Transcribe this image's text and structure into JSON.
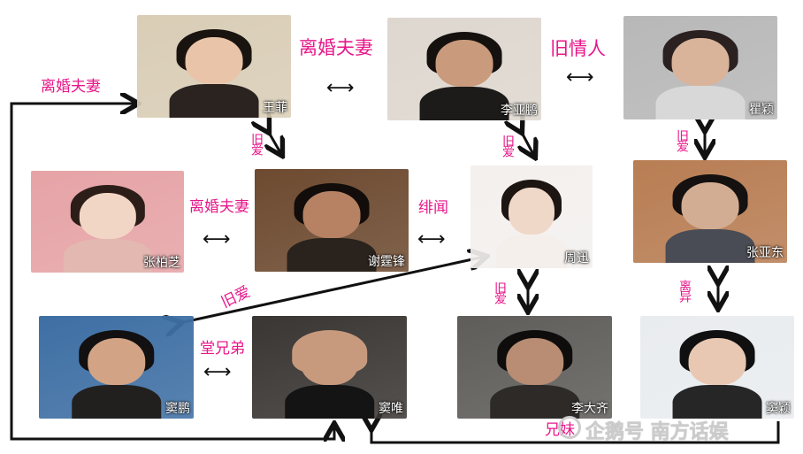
{
  "people": [
    {
      "id": "wangfei",
      "name": "王菲",
      "bg": "#d9cdb6",
      "skin": "#e9c4a8",
      "hair": "#1a1410",
      "cloth": "#2a2320"
    },
    {
      "id": "liyapeng",
      "name": "李亚鹏",
      "bg": "#ded7cf",
      "skin": "#c99a7c",
      "hair": "#15110f",
      "cloth": "#1d1b1a"
    },
    {
      "id": "quying",
      "name": "瞿颖",
      "bg": "#b8b8b8",
      "skin": "#d9b49a",
      "hair": "#2a2120",
      "cloth": "#d8d8d8"
    },
    {
      "id": "zhangbozhi",
      "name": "张柏芝",
      "bg": "#e6a3a6",
      "skin": "#f2d6c5",
      "hair": "#2d1d18",
      "cloth": "#e3b8b0"
    },
    {
      "id": "xietingfeng",
      "name": "谢霆锋",
      "bg": "#6d4a30",
      "skin": "#b68263",
      "hair": "#120d0b",
      "cloth": "#2a221d"
    },
    {
      "id": "zhouxun",
      "name": "周迅",
      "bg": "#f3f0ee",
      "skin": "#f0d8c9",
      "hair": "#1d1512",
      "cloth": "#f5efeb"
    },
    {
      "id": "zhangyadong",
      "name": "张亚东",
      "bg": "#b87d53",
      "skin": "#d3ad93",
      "hair": "#141110",
      "cloth": "#4a4c55"
    },
    {
      "id": "doupeng",
      "name": "窦鹏",
      "bg": "#3e6fa4",
      "skin": "#d2a485",
      "hair": "#121010",
      "cloth": "#22201f"
    },
    {
      "id": "douwei",
      "name": "窦唯",
      "bg": "#3a3633",
      "skin": "#c79a7e",
      "hair": "#c79a7e",
      "cloth": "#141414"
    },
    {
      "id": "lidaqi",
      "name": "李大齐",
      "bg": "#5f5d5a",
      "skin": "#b88d73",
      "hair": "#0f0d0c",
      "cloth": "#2d2a28"
    },
    {
      "id": "douying",
      "name": "窦颖",
      "bg": "#e9ecef",
      "skin": "#e8c8b2",
      "hair": "#101010",
      "cloth": "#262626"
    }
  ],
  "relations": {
    "wangfei_liyapeng": "离婚夫妻",
    "liyapeng_quying": "旧情人",
    "wangfei_xietingfeng": "旧爱",
    "liyapeng_zhouxun": "旧爱",
    "quying_zhangyadong": "旧爱",
    "zhangbozhi_xietingfeng": "离婚夫妻",
    "xietingfeng_zhouxun": "绯闻",
    "zhouxun_doupeng": "旧爱",
    "zhouxun_lidaqi": "旧爱",
    "zhangyadong_douying": "离异",
    "doupeng_douwei": "堂兄弟",
    "wangfei_douwei": "离婚夫妻",
    "douwei_douying": "兄妹"
  },
  "arrow_glyphs": {
    "horizontal": "⟷"
  },
  "watermark": {
    "text": "企鹅号 南方话娱",
    "icon": "penguin-logo-icon"
  }
}
